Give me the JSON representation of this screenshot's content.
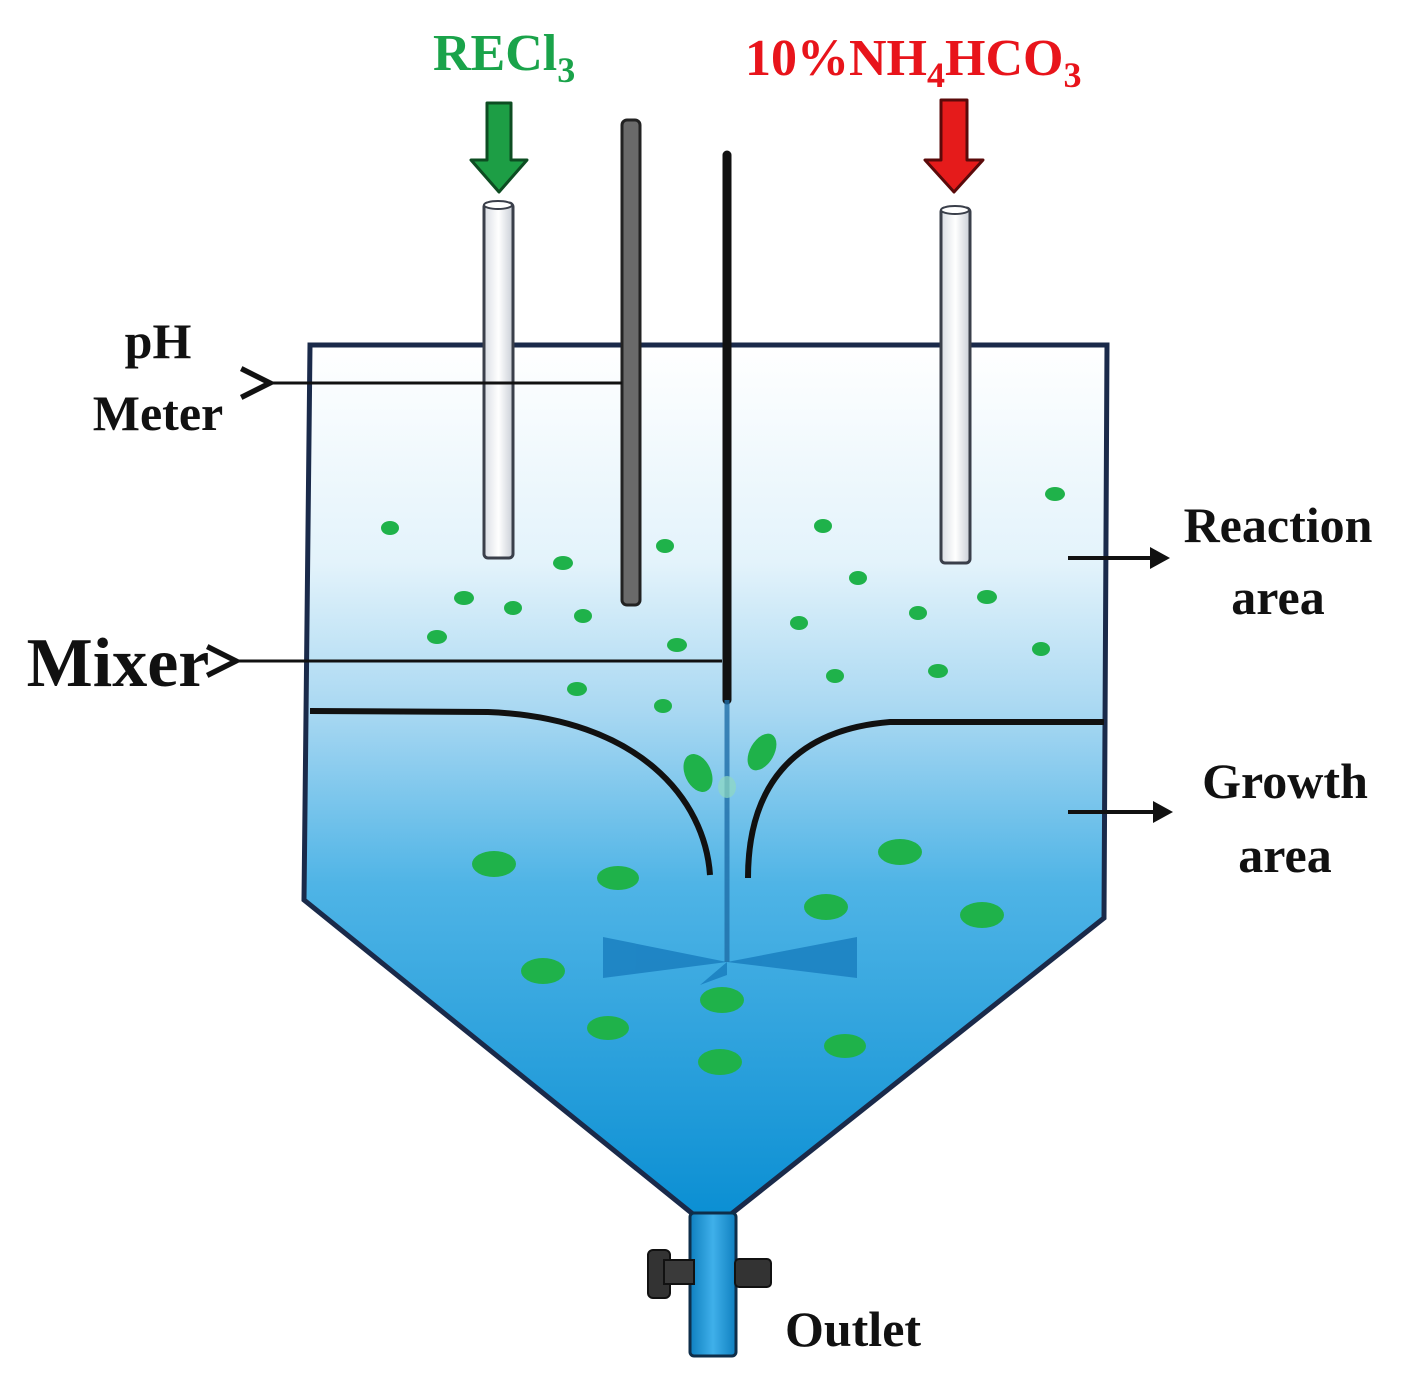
{
  "labels": {
    "recl3": {
      "main": "RECl",
      "sub": "3"
    },
    "nh4hco3": {
      "prefix": "10%NH",
      "sub1": "4",
      "mid": "HCO",
      "sub2": "3"
    },
    "ph_line1": "pH",
    "ph_line2": "Meter",
    "mixer": "Mixer",
    "reaction_line1": "Reaction",
    "reaction_line2": "area",
    "growth_line1": "Growth",
    "growth_line2": "area",
    "outlet": "Outlet"
  },
  "colors": {
    "recl3_label": "#1aa34a",
    "nh4hco3_label": "#e8141b",
    "green_arrow": "#1d9e45",
    "red_arrow": "#e51b1b",
    "particle": "#1fb24a",
    "liquid_top": "#ffffff",
    "liquid_mid": "#a9d8f2",
    "liquid_bottom": "#0b8fd3",
    "tank_outline": "#1a2a4a",
    "outlet_pipe": "#1590cf"
  }
}
